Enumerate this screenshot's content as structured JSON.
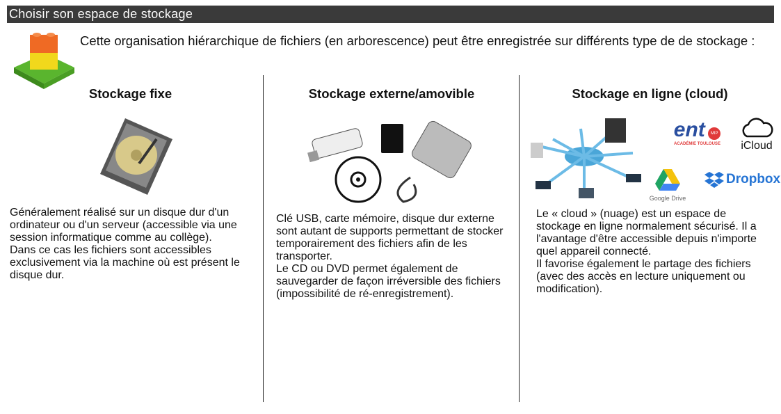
{
  "title": "Choisir son espace de stockage",
  "intro": "Cette organisation hiérarchique de fichiers (en arborescence) peut être enregistrée sur différents type de de stockage :",
  "columns": [
    {
      "heading": "Stockage fixe",
      "paragraphs": [
        "Généralement réalisé sur un disque dur d'un ordinateur ou d'un serveur (accessible via une session informatique comme au collège).",
        "Dans ce cas les fichiers sont accessibles exclusivement via la machine où est présent le disque dur."
      ]
    },
    {
      "heading": "Stockage externe/amovible",
      "paragraphs": [
        "Clé USB, carte mémoire, disque dur externe sont autant de supports permettant de stocker temporairement des fichiers afin de les transporter.",
        "Le CD ou DVD permet également de sauvegarder de façon irréversible des fichiers (impossibilité de ré-enregistrement)."
      ]
    },
    {
      "heading": "Stockage en ligne (cloud)",
      "paragraphs": [
        "Le « cloud » (nuage) est un espace de stockage en ligne normalement sécurisé. Il a l'avantage d'être accessible depuis n'importe quel appareil connecté.",
        "Il favorise également le partage des fichiers (avec des accès en lecture uniquement ou modification)."
      ],
      "logos": {
        "ent": "ent",
        "ent_badge": "MIP",
        "ent_sub": "ACADÉMIE TOULOUSE",
        "icloud": "iCloud",
        "gdrive": "Google Drive",
        "dropbox": "Dropbox"
      }
    }
  ]
}
